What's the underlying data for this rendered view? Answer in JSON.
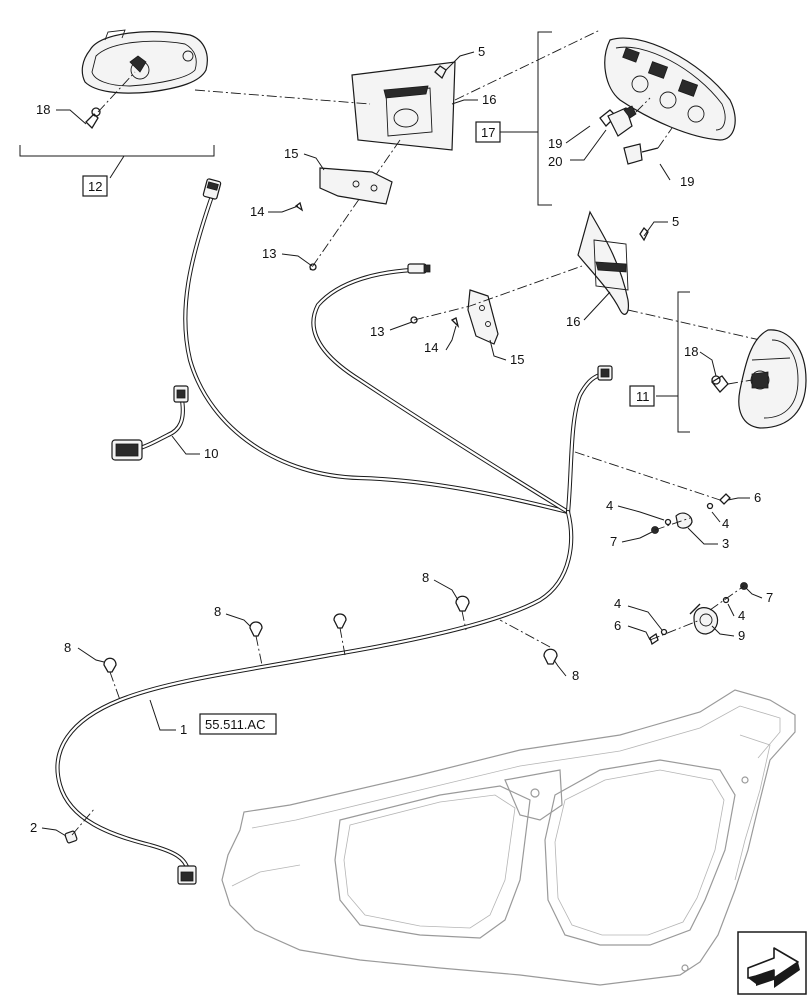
{
  "callouts": {
    "c1": "1",
    "c2": "2",
    "c3": "3",
    "c4a": "4",
    "c4b": "4",
    "c4c": "4",
    "c4d": "4",
    "c5a": "5",
    "c5b": "5",
    "c6a": "6",
    "c6b": "6",
    "c7a": "7",
    "c7b": "7",
    "c8a": "8",
    "c8b": "8",
    "c8c": "8",
    "c8d": "8",
    "c9": "9",
    "c10": "10",
    "c13a": "13",
    "c13b": "13",
    "c14a": "14",
    "c14b": "14",
    "c15a": "15",
    "c15b": "15",
    "c16a": "16",
    "c16b": "16",
    "c18a": "18",
    "c18b": "18",
    "c19a": "19",
    "c19b": "19",
    "c20": "20"
  },
  "boxed_labels": {
    "b11": "11",
    "b12": "12",
    "b17": "17",
    "ref": "55.511.AC"
  },
  "icons": {
    "corner": "next-page-arrow-icon"
  }
}
